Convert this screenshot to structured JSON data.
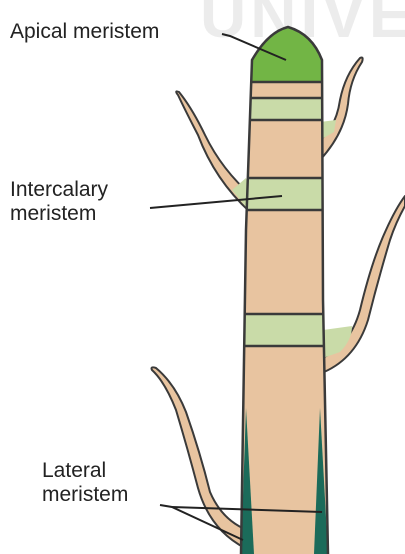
{
  "watermark": "UNIVERS",
  "labels": {
    "apical": "Apical meristem",
    "intercalary_line1": "Intercalary",
    "intercalary_line2": "meristem",
    "lateral_line1": "Lateral",
    "lateral_line2": "meristem"
  },
  "colors": {
    "stem": "#E8C4A0",
    "stem_outline": "#3A3A3A",
    "meristem_band": "#C9DBA8",
    "apical_tip": "#72B545",
    "lateral_strip": "#1B6B5A",
    "leader_line": "#222222"
  }
}
